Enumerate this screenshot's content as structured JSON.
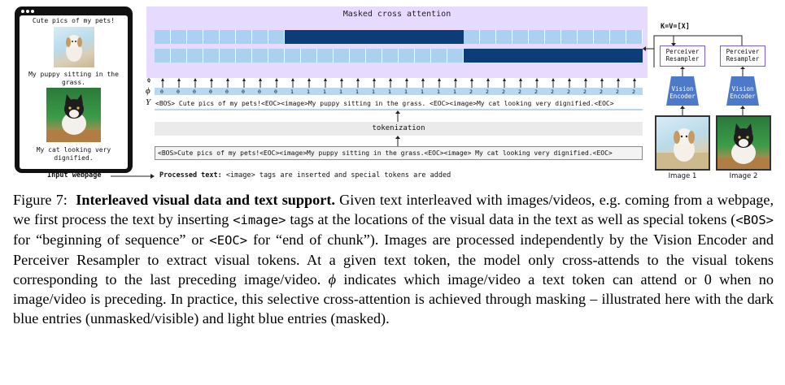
{
  "phone": {
    "caption1": "Cute pics of my pets!",
    "caption2": "My puppy sitting in the grass.",
    "caption3": "My cat looking very dignified."
  },
  "attention": {
    "title": "Masked cross attention",
    "kv_label": "K=V=[X]",
    "q_label": "Q",
    "phi_label": "ϕ",
    "y_label": "Y"
  },
  "tokens": {
    "sequence": "<BOS> Cute pics of my pets!<EOC><image>My puppy sitting in the grass. <EOC><image>My cat looking very dignified.<EOC>",
    "phi_values": [
      "0",
      "0",
      "0",
      "0",
      "0",
      "0",
      "0",
      "0",
      "1",
      "1",
      "1",
      "1",
      "1",
      "1",
      "1",
      "1",
      "1",
      "1",
      "1",
      "2",
      "2",
      "2",
      "2",
      "2",
      "2",
      "2",
      "2",
      "2",
      "2",
      "2"
    ]
  },
  "tokenization_label": "tokenization",
  "processed_text": "<BOS>Cute pics of my pets!<EOC><image>My puppy sitting in the grass.<EOC><image> My cat looking very dignified.<EOC>",
  "right": {
    "resampler_label": "Perceiver Resampler",
    "encoder_label": "Vision Encoder",
    "image1": "Image 1",
    "image2": "Image 2"
  },
  "footer": {
    "input_label": "Input webpage",
    "processed_label": "Processed text:",
    "processed_desc": " <image> tags are inserted and special tokens are added"
  },
  "caption": {
    "fig": "Figure 7:",
    "bold": "Interleaved visual data and text support.",
    "p1": " Given text interleaved with images/videos, e.g. coming from a webpage, we first process the text by inserting ",
    "image_tag": "<image>",
    "p2": " tags at the locations of the visual data in the text as well as special tokens (",
    "bos": "<BOS>",
    "p3": " for “beginning of sequence” or ",
    "eoc": "<EOC>",
    "p4": " for “end of chunk”). Images are processed independently by the Vision Encoder and Perceiver Resampler to extract visual tokens. At a given text token, the model only cross-attends to the visual tokens corresponding to the last preceding image/video. ",
    "phi": "ϕ",
    "p5": " indicates which image/video a text token can attend or 0 when no image/video is preceding. In practice, this selective cross-attention is achieved through masking – illustrated here with the dark blue entries (unmasked/visible) and light blue entries (masked)."
  },
  "colors": {
    "dark_blue": "#0b3e78",
    "light_blue": "#acd0f0",
    "lavender": "#e6dbff"
  }
}
